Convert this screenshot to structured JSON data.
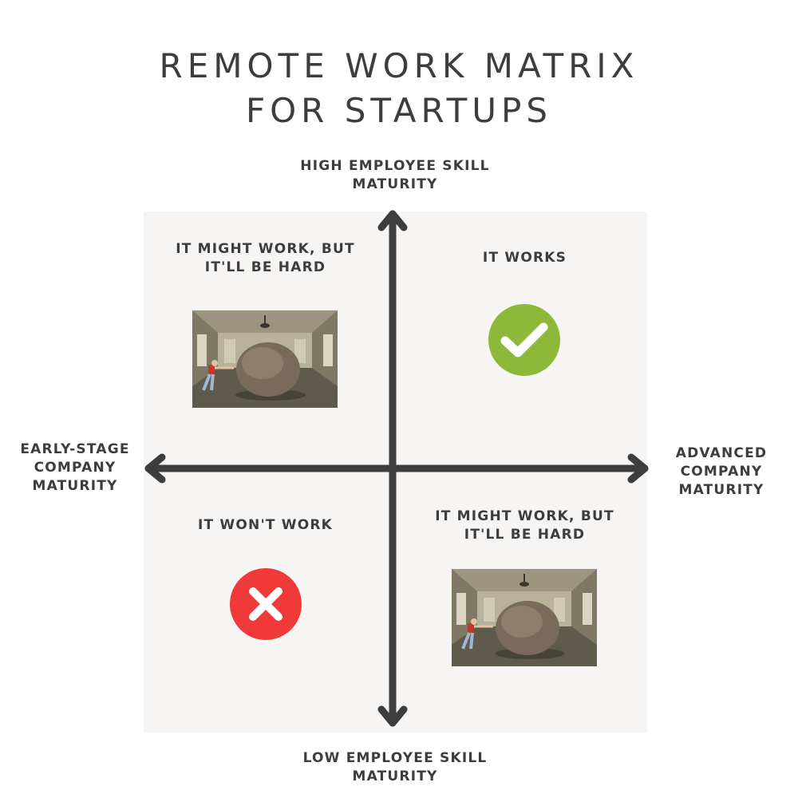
{
  "title": {
    "line1": "REMOTE WORK MATRIX",
    "line2": "FOR STARTUPS"
  },
  "axes": {
    "top": {
      "line1": "HIGH EMPLOYEE SKILL",
      "line2": "MATURITY"
    },
    "bottom": {
      "line1": "LOW EMPLOYEE SKILL",
      "line2": "MATURITY"
    },
    "left": {
      "line1": "EARLY-STAGE",
      "line2": "COMPANY",
      "line3": "MATURITY"
    },
    "right": {
      "line1": "ADVANCED",
      "line2": "COMPANY",
      "line3": "MATURITY"
    }
  },
  "quadrants": {
    "top_left": {
      "line1": "IT MIGHT WORK, BUT",
      "line2": "IT'LL BE HARD",
      "image": "boulder-pushing-photo"
    },
    "top_right": {
      "line1": "IT WORKS",
      "icon": "green-checkmark-icon"
    },
    "bottom_left": {
      "line1": "IT WON'T WORK",
      "icon": "red-x-icon"
    },
    "bottom_right": {
      "line1": "IT MIGHT WORK, BUT",
      "line2": "IT'LL BE HARD",
      "image": "boulder-pushing-photo"
    }
  },
  "colors": {
    "text": "#3d3d3d",
    "panel": "#f6f5f4",
    "check": "#8db83a",
    "cross": "#f03a3a"
  }
}
